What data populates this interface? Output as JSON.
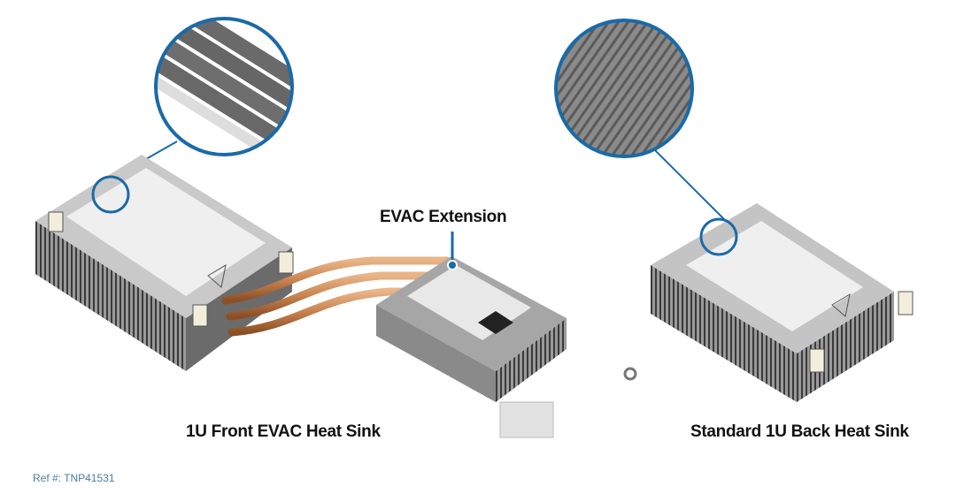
{
  "labels": {
    "evac_extension": "EVAC Extension",
    "front_heat_sink": "1U Front EVAC Heat Sink",
    "back_heat_sink": "Standard 1U Back Heat Sink"
  },
  "ref": "Ref #: TNP41531",
  "colors": {
    "accent": "#1a6aa8",
    "copper": "#c8824e",
    "fin": "#7a7a7a"
  }
}
